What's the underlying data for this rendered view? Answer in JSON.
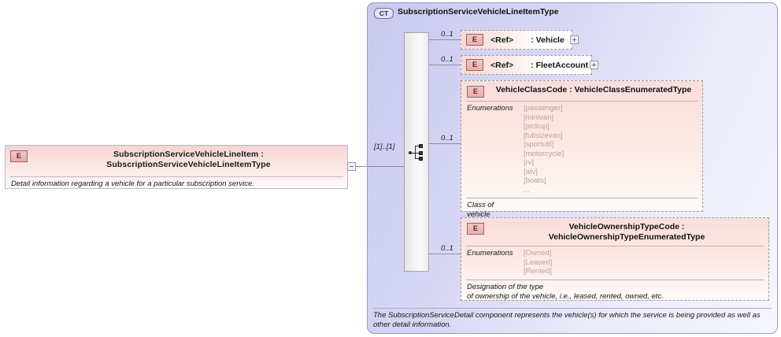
{
  "diagram": {
    "type": "xsd-schema-diagram",
    "root_element": {
      "badge": "E",
      "title": "SubscriptionServiceVehicleLineItem : SubscriptionServiceVehicleLineItemType",
      "documentation": "Detail information regarding a vehicle for a particular subscription service.",
      "expander": "minus-expander"
    },
    "complex_type": {
      "badge": "CT",
      "title": "SubscriptionServiceVehicleLineItemType",
      "footer": "The SubscriptionServiceDetail component represents the vehicle(s) for which the service is being provided as well as other detail information."
    },
    "compositor": {
      "kind": "sequence",
      "cardinality": "[1]..[1]"
    },
    "children": [
      {
        "cardinality": "0..1",
        "badge": "E",
        "label": "<Ref>",
        "type": ": Vehicle",
        "expander": "plus-expander"
      },
      {
        "cardinality": "0..1",
        "badge": "E",
        "label": "<Ref>",
        "type": ": FleetAccount",
        "expander": "plus-expander"
      },
      {
        "cardinality": "0..1",
        "badge": "E",
        "title": "VehicleClassCode : VehicleClassEnumeratedType",
        "enumerations_label": "Enumerations",
        "enumerations": [
          "[passenger]",
          "[minivan]",
          "[pickup]",
          "[fullsizevan]",
          "[sportutil]",
          "[motorcycle]",
          "[rv]",
          "[atv]",
          "[boats]",
          "..."
        ],
        "documentation": "Class of\nvehicle"
      },
      {
        "cardinality": "0..1",
        "badge": "E",
        "title": "VehicleOwnershipTypeCode : VehicleOwnershipTypeEnumeratedType",
        "enumerations_label": "Enumerations",
        "enumerations": [
          "[Owned]",
          "[Leased]",
          "[Rented]"
        ],
        "documentation": "Designation of the type\nof ownership of the vehicle, i.e., leased, rented, owned, etc."
      }
    ],
    "colors": {
      "element_fill": "#f8d9d7",
      "complex_type_fill": "#d6d6f4",
      "badge_fill": "#f0b4b1",
      "line": "#8f8f9e",
      "enum_text": "#b9a2a0"
    }
  }
}
